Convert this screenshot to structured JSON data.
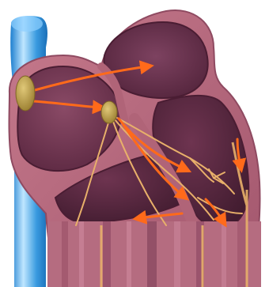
{
  "diagram": {
    "colors": {
      "vein_blue": "#3a9be0",
      "vein_highlight": "#bfe6ff",
      "muscle_wall": "#b06478",
      "muscle_edge": "#8f4a61",
      "chamber_dark": "#5e2a42",
      "chamber_mid": "#7a3b58",
      "node": "#c8a850",
      "impulse_arrow": "#ff6a1a",
      "conduction_fiber": "#e8b06a"
    },
    "parts": [
      "superior-vena-cava",
      "right-atrium",
      "left-atrium",
      "sinoatrial-node",
      "atrioventricular-node",
      "interatrial-septum",
      "right-ventricle",
      "left-ventricle",
      "interventricular-septum",
      "bundle-branches",
      "purkinje-fibers"
    ]
  }
}
